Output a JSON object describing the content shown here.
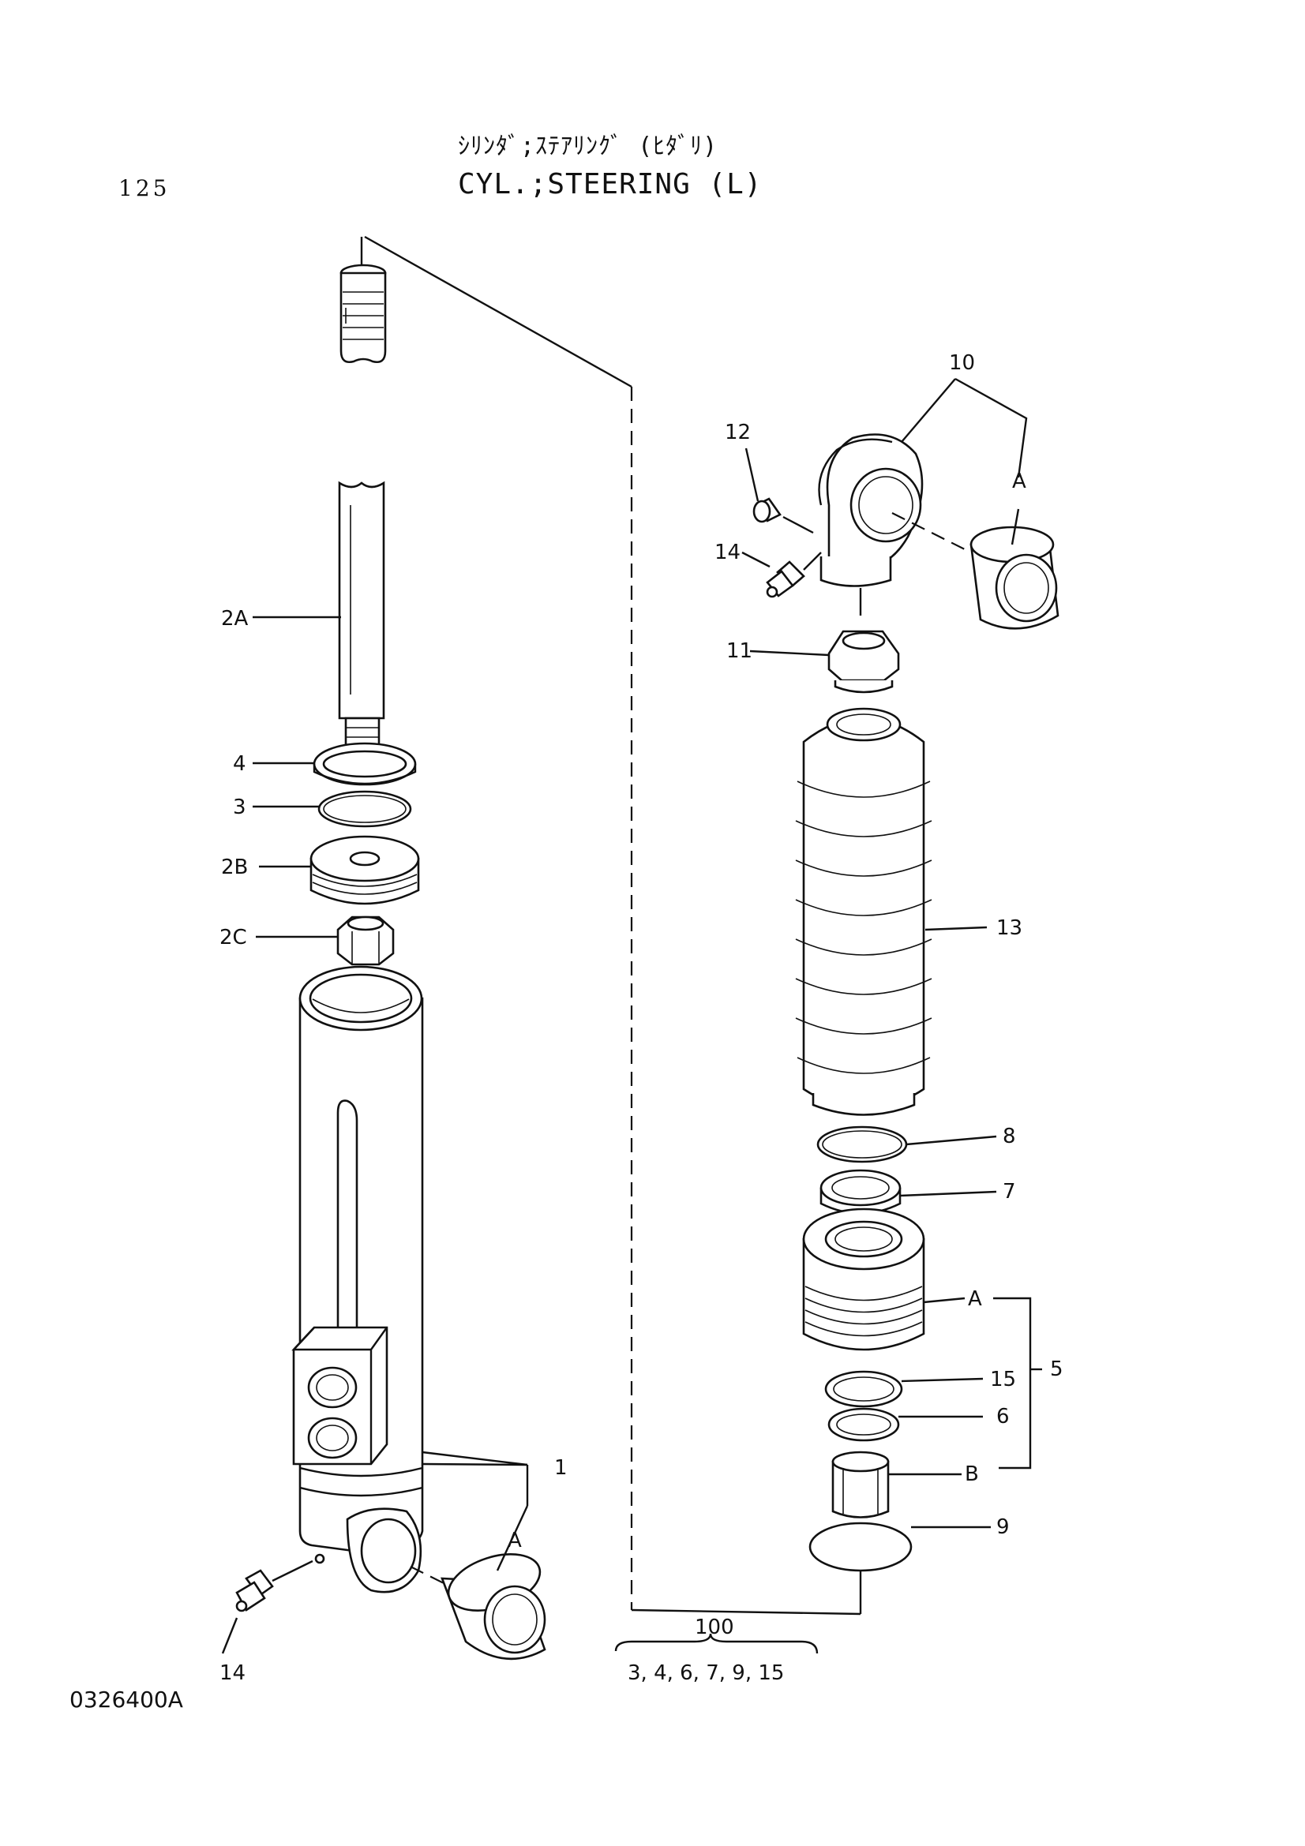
{
  "header": {
    "title_jp": "ｼﾘﾝﾀﾞ;ｽﾃｱﾘﾝｸﾞ (ﾋﾀﾞﾘ)",
    "title_en": "CYL.;STEERING (L)",
    "page_number": "125"
  },
  "footer": {
    "drawing_code": "0326400A"
  },
  "callouts": {
    "c1": "1",
    "c2A": "2A",
    "c2B": "2B",
    "c2C": "2C",
    "c3": "3",
    "c4": "4",
    "c5": "5",
    "c6": "6",
    "c7": "7",
    "c8": "8",
    "c9": "9",
    "c10": "10",
    "c11": "11",
    "c12": "12",
    "c13": "13",
    "c14a": "14",
    "c14b": "14",
    "c15": "15",
    "cA1": "A",
    "cA2": "A",
    "cA3": "A",
    "cB": "B"
  },
  "kit": {
    "number": "100",
    "contents": "3, 4, 6, 7, 9, 15"
  }
}
